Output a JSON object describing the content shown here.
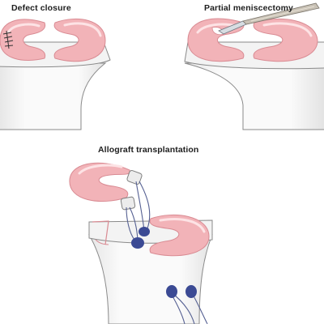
{
  "labels": {
    "defect_closure": "Defect closure",
    "partial_meniscectomy": "Partial meniscectomy",
    "allograft_transplantation": "Allograft transplantation"
  },
  "colors": {
    "meniscus_fill": "#f2b3b8",
    "meniscus_highlight": "#fde3e5",
    "meniscus_edge": "#d98b93",
    "bone_fill": "#f5f5f5",
    "outline": "#8a8a8a",
    "anchor_fill": "#3b4a94",
    "suture": "#556092",
    "scalpel_blade": "#d7dde2",
    "scalpel_handle": "#c9c2b6"
  },
  "icons": {
    "scalpel": "scalpel-icon",
    "stitches": "suture-stitches-icon",
    "anchor": "bone-anchor-icon"
  }
}
